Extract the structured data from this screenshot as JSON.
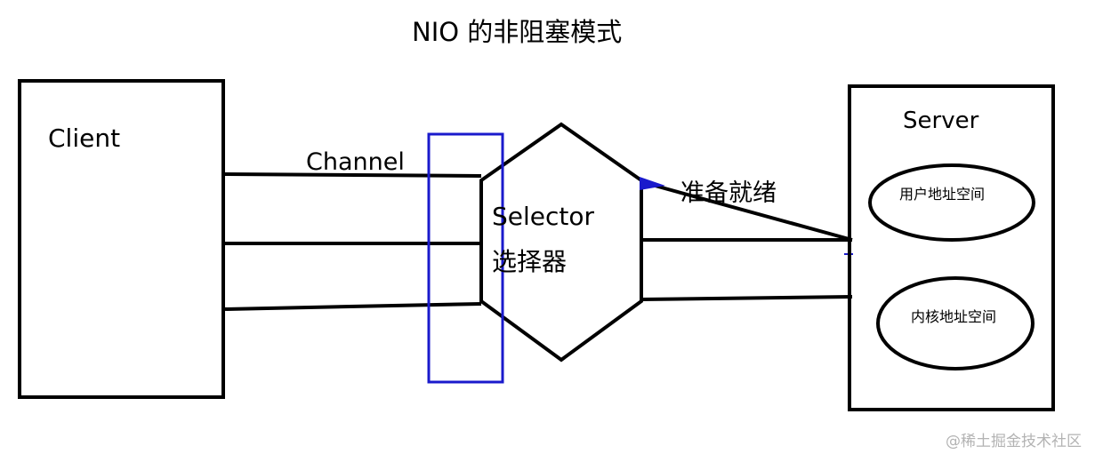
{
  "title": "NIO 的非阻塞模式",
  "client_label": "Client",
  "channel_label": "Channel",
  "selector_label": "Selector",
  "selector_cn_label": "选择器",
  "ready_label": "准备就绪",
  "server_label": "Server",
  "user_space_label": "用户地址空间",
  "kernel_space_label": "内核地址空间",
  "watermark": "@稀土掘金技术社区",
  "colors": {
    "line": "#000000",
    "highlight": "#1a1acc",
    "watermark": "#b3b3b3"
  }
}
